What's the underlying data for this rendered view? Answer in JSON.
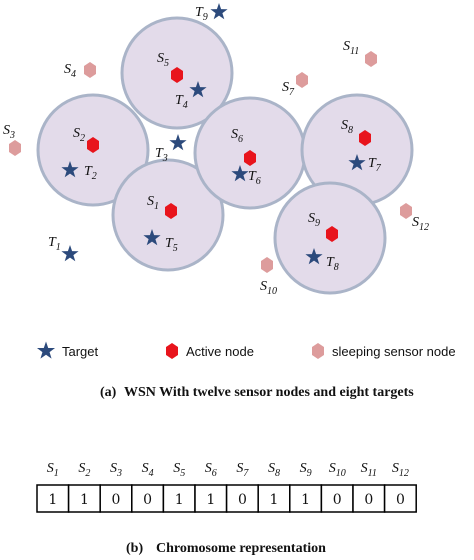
{
  "colors": {
    "circle_fill": "#e3dbea",
    "circle_stroke": "#aab4c8",
    "target": "#2c4a7c",
    "active_node": "#e8141c",
    "sleeping_node": "#dd9c9c"
  },
  "circles": [
    {
      "id": "S5"
    },
    {
      "id": "S2"
    },
    {
      "id": "S1"
    },
    {
      "id": "S6"
    },
    {
      "id": "S8"
    },
    {
      "id": "S9"
    }
  ],
  "active_nodes": [
    {
      "main": "S",
      "sub": "1"
    },
    {
      "main": "S",
      "sub": "2"
    },
    {
      "main": "S",
      "sub": "5"
    },
    {
      "main": "S",
      "sub": "6"
    },
    {
      "main": "S",
      "sub": "8"
    },
    {
      "main": "S",
      "sub": "9"
    }
  ],
  "sleeping_nodes": [
    {
      "main": "S",
      "sub": "3"
    },
    {
      "main": "S",
      "sub": "4"
    },
    {
      "main": "S",
      "sub": "7"
    },
    {
      "main": "S",
      "sub": "10"
    },
    {
      "main": "S",
      "sub": "11"
    },
    {
      "main": "S",
      "sub": "12"
    }
  ],
  "targets": [
    {
      "main": "T",
      "sub": "1"
    },
    {
      "main": "T",
      "sub": "2"
    },
    {
      "main": "T",
      "sub": "3"
    },
    {
      "main": "T",
      "sub": "4"
    },
    {
      "main": "T",
      "sub": "5"
    },
    {
      "main": "T",
      "sub": "6"
    },
    {
      "main": "T",
      "sub": "7"
    },
    {
      "main": "T",
      "sub": "8"
    },
    {
      "main": "T",
      "sub": "9"
    }
  ],
  "legend": {
    "target": "Target",
    "active": "Active node",
    "sleeping": "sleeping sensor node"
  },
  "caption_a": {
    "tag": "(a)",
    "text": "WSN With twelve sensor nodes and eight targets"
  },
  "chromosome": {
    "headers": [
      {
        "main": "S",
        "sub": "1"
      },
      {
        "main": "S",
        "sub": "2"
      },
      {
        "main": "S",
        "sub": "3"
      },
      {
        "main": "S",
        "sub": "4"
      },
      {
        "main": "S",
        "sub": "5"
      },
      {
        "main": "S",
        "sub": "6"
      },
      {
        "main": "S",
        "sub": "7"
      },
      {
        "main": "S",
        "sub": "8"
      },
      {
        "main": "S",
        "sub": "9"
      },
      {
        "main": "S",
        "sub": "10"
      },
      {
        "main": "S",
        "sub": "11"
      },
      {
        "main": "S",
        "sub": "12"
      }
    ],
    "values": [
      "1",
      "1",
      "0",
      "0",
      "1",
      "1",
      "0",
      "1",
      "1",
      "0",
      "0",
      "0"
    ]
  },
  "caption_b": {
    "tag": "(b)",
    "text": "Chromosome representation"
  }
}
